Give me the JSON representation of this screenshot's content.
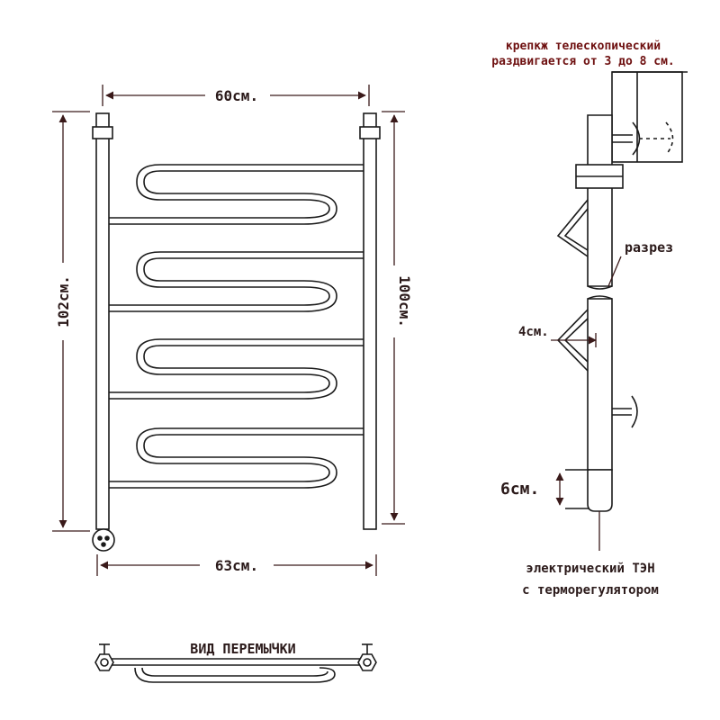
{
  "colors": {
    "line": "#1a1a1a",
    "dim": "#3a1a1a",
    "text": "#2b1a1a",
    "accent_text": "#6e1010"
  },
  "front_view": {
    "width_top": "60см.",
    "width_bottom": "63см.",
    "height_left": "102см.",
    "height_right": "100см."
  },
  "side_view": {
    "mount_caption_line1": "крепкж телескопический",
    "mount_caption_line2": "раздвигается от 3 до 8 см.",
    "section_label": "разрез",
    "offset_label": "4см.",
    "heater_height_label": "6см.",
    "heater_caption_line1": "электрический  ТЭН",
    "heater_caption_line2": "с терморегулятором"
  },
  "jumper_view": {
    "title": "ВИД ПЕРЕМЫЧКИ"
  }
}
